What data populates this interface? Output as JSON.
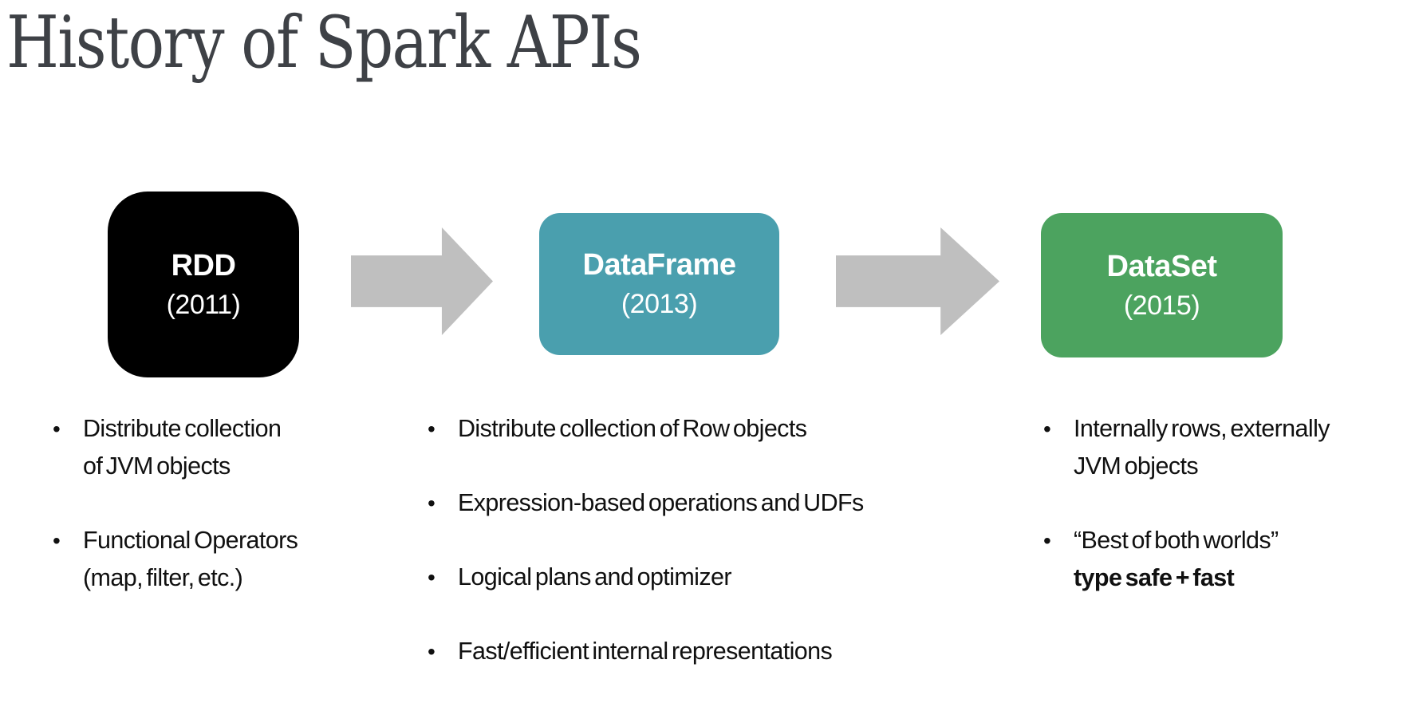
{
  "slide": {
    "title": "History of Spark APIs",
    "title_color": "#3e4146",
    "background": "#ffffff"
  },
  "ui": {
    "bullet_char": "•"
  },
  "timeline": {
    "arrow_color": "#bfbfbf",
    "boxes": [
      {
        "name": "RDD",
        "year": "(2011)",
        "bg": "#000000",
        "text_color": "#ffffff"
      },
      {
        "name": "DataFrame",
        "year": "(2013)",
        "bg": "#4a9fae",
        "text_color": "#ffffff"
      },
      {
        "name": "DataSet",
        "year": "(2015)",
        "bg": "#4ca35f",
        "text_color": "#ffffff"
      }
    ]
  },
  "columns": [
    {
      "for_box": "RDD",
      "bullets": [
        {
          "lines": [
            {
              "text": "Distribute collection",
              "bold": false
            },
            {
              "text": "of JVM objects",
              "bold": false
            }
          ]
        },
        {
          "lines": [
            {
              "text": "Functional Operators",
              "bold": false
            },
            {
              "text": "(map, filter, etc.)",
              "bold": false
            }
          ]
        }
      ]
    },
    {
      "for_box": "DataFrame",
      "bullets": [
        {
          "lines": [
            {
              "text": "Distribute collection of Row objects",
              "bold": false
            }
          ]
        },
        {
          "lines": [
            {
              "text": "Expression-based operations and UDFs",
              "bold": false
            }
          ]
        },
        {
          "lines": [
            {
              "text": "Logical plans and optimizer",
              "bold": false
            }
          ]
        },
        {
          "lines": [
            {
              "text": "Fast/efficient internal representations",
              "bold": false
            }
          ]
        }
      ]
    },
    {
      "for_box": "DataSet",
      "bullets": [
        {
          "lines": [
            {
              "text": "Internally rows, externally",
              "bold": false
            },
            {
              "text": "JVM objects",
              "bold": false
            }
          ]
        },
        {
          "lines": [
            {
              "text": "“Best of both worlds”",
              "bold": false
            },
            {
              "text": "type safe + fast",
              "bold": true
            }
          ]
        }
      ]
    }
  ]
}
